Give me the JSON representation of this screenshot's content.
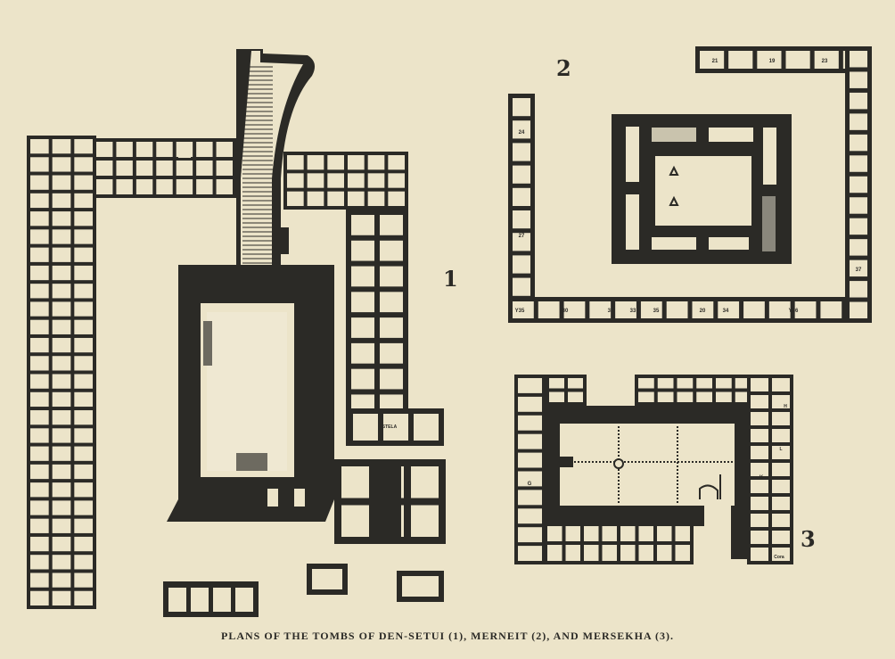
{
  "caption": "PLANS OF THE TOMBS OF DEN-SETUI (1), MERNEIT (2), AND MERSEKHA (3).",
  "colors": {
    "paper": "#ece4c9",
    "ink": "#2b2a26"
  },
  "plans": [
    {
      "label": "1",
      "cell_labels": [
        "STELA"
      ]
    },
    {
      "label": "2",
      "cell_labels": [
        "21",
        "19",
        "23",
        "24",
        "27",
        "Y35",
        "30",
        "31",
        "33",
        "35",
        "20",
        "34",
        "Y36",
        "37"
      ]
    },
    {
      "label": "3",
      "cell_labels": [
        "G",
        "K",
        "H",
        "L",
        "Cora"
      ]
    }
  ]
}
